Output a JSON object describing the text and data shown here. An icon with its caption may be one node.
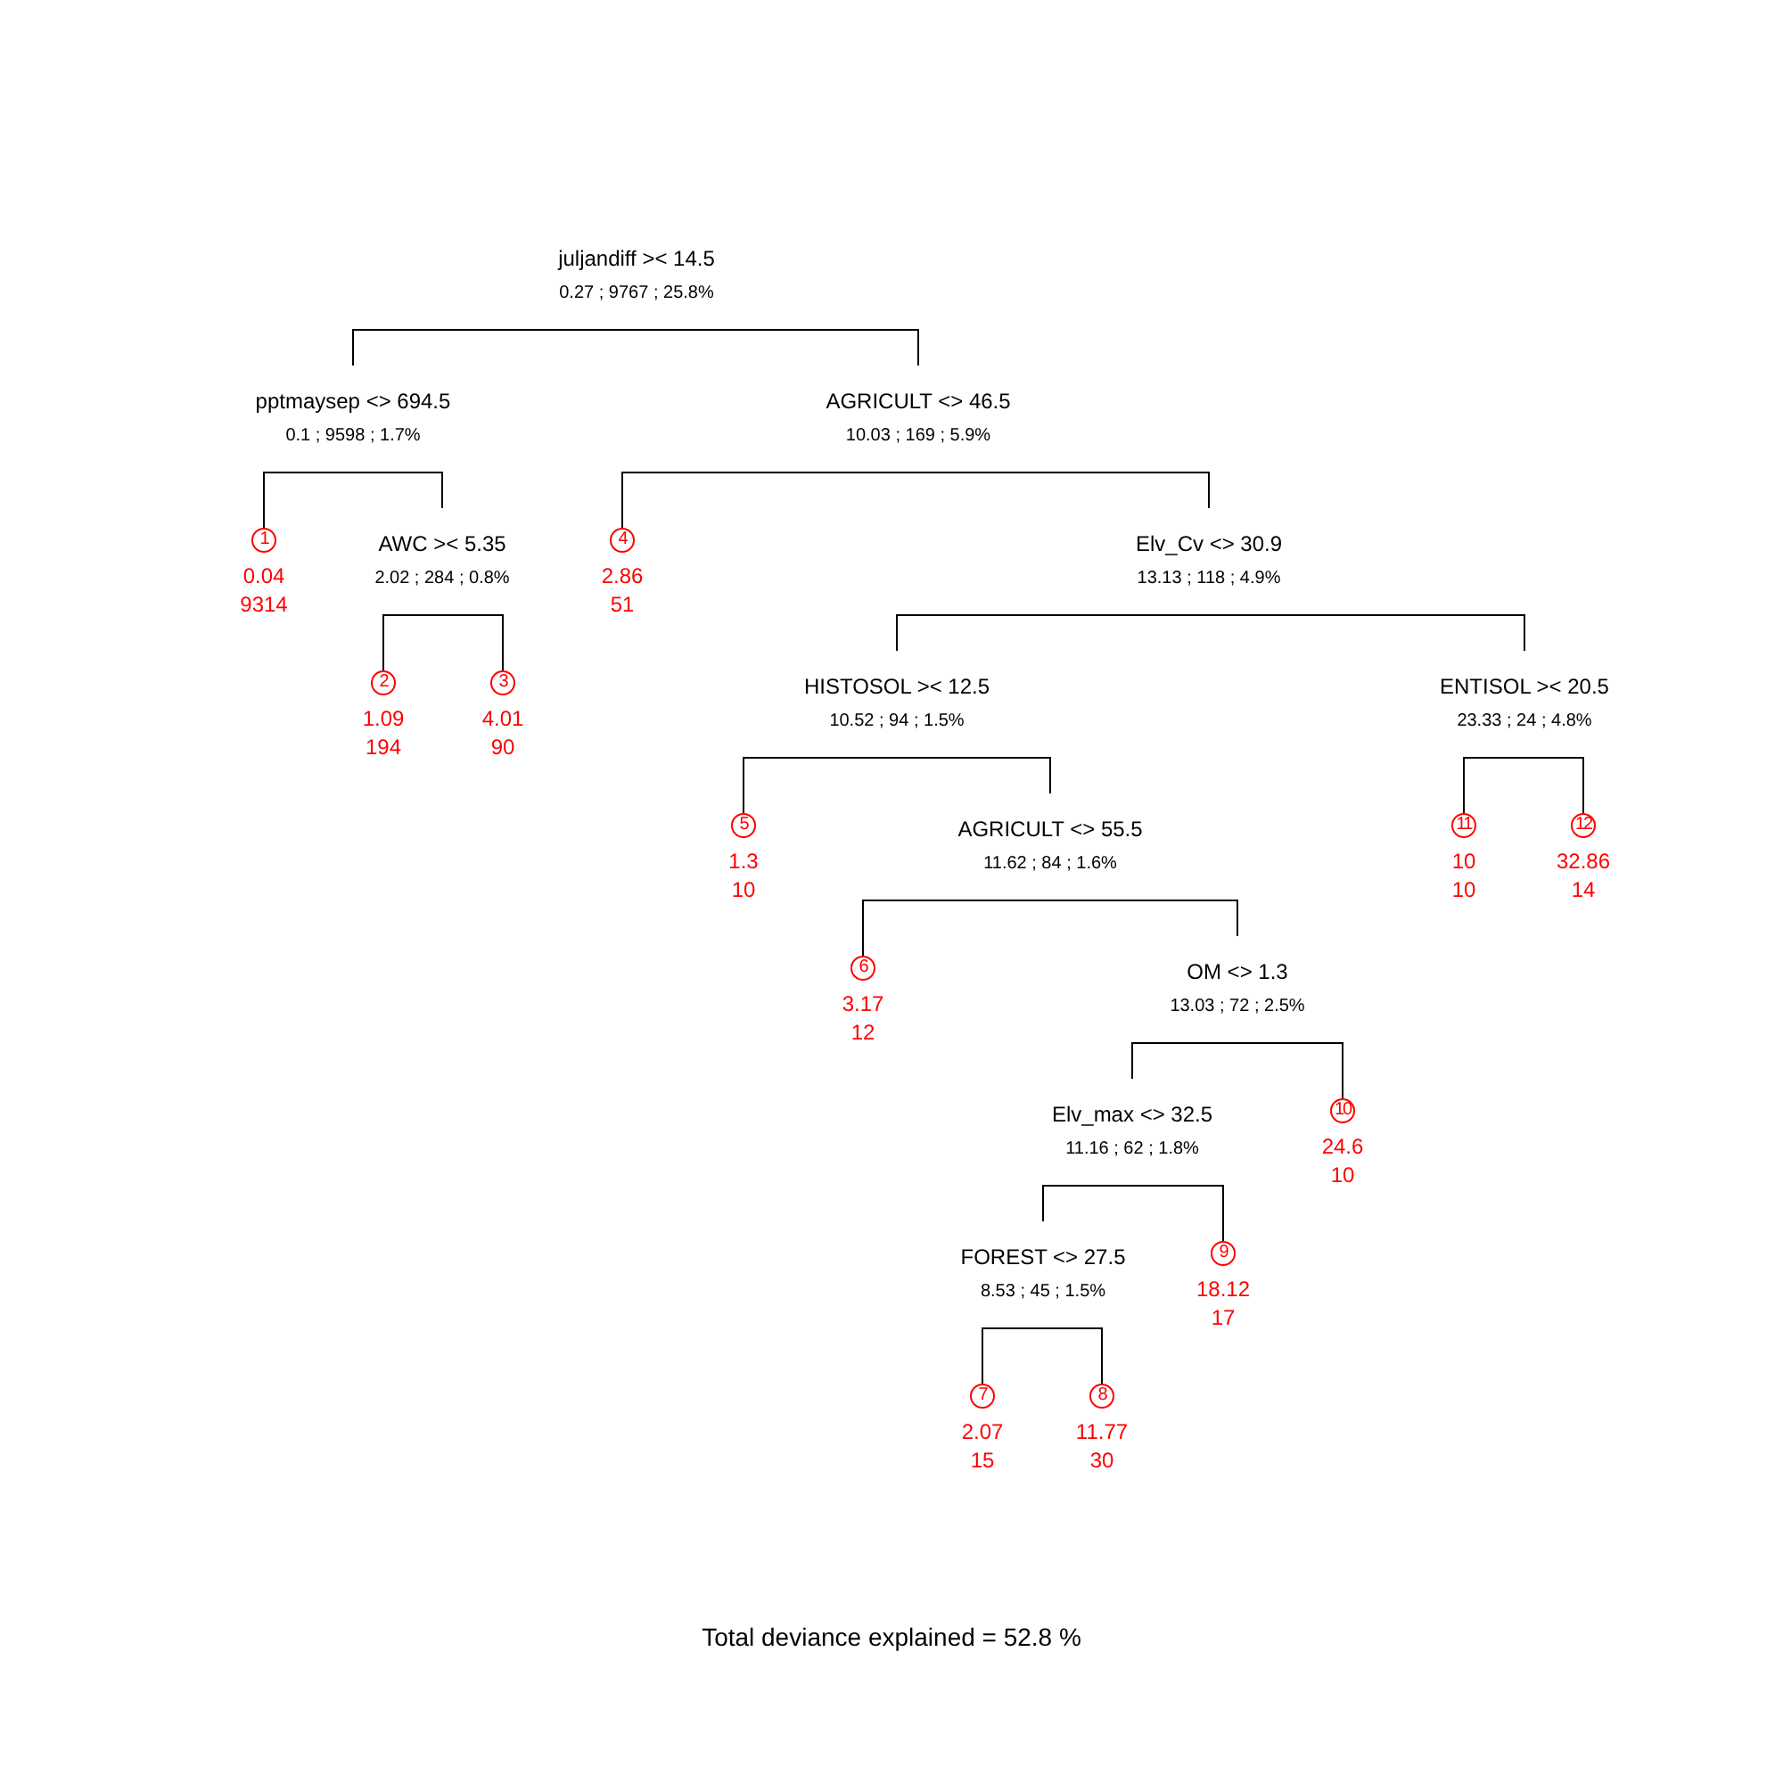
{
  "diagram": {
    "caption": "Total deviance explained = 52.8 %",
    "nodes": [
      {
        "text": [
          "juljandiff >< 14.5",
          "0.27 ; 9767 ; 25.8%"
        ]
      },
      {
        "text": [
          "pptmaysep <> 694.5",
          "0.1 ; 9598 ; 1.7%"
        ]
      },
      {
        "text": [
          "1"
        ],
        "beside": [
          "0.04",
          "9314"
        ]
      },
      {
        "text": [
          "AWC >< 5.35",
          "2.02 ; 284 ; 0.8%"
        ]
      },
      {
        "text": [
          "2"
        ],
        "beside": [
          "1.09",
          "194"
        ]
      },
      {
        "text": [
          "3"
        ],
        "beside": [
          "4.01",
          "90"
        ]
      },
      {
        "text": [
          "AGRICULT <> 46.5",
          "10.03 ; 169 ; 5.9%"
        ]
      },
      {
        "text": [
          "4"
        ],
        "beside": [
          "2.86",
          "51"
        ]
      },
      {
        "text": [
          "Elv_Cv <> 30.9",
          "13.13 ; 118 ; 4.9%"
        ]
      },
      {
        "text": [
          "HISTOSOL >< 12.5",
          "10.52 ; 94 ; 1.5%"
        ]
      },
      {
        "text": [
          "5"
        ],
        "beside": [
          "1.3",
          "10"
        ]
      },
      {
        "text": [
          "AGRICULT <> 55.5",
          "11.62 ; 84 ; 1.6%"
        ]
      },
      {
        "text": [
          "6"
        ],
        "beside": [
          "3.17",
          "12"
        ]
      },
      {
        "text": [
          "OM <> 1.3",
          "13.03 ; 72 ; 2.5%"
        ]
      },
      {
        "text": [
          "Elv_max <> 32.5",
          "11.16 ; 62 ; 1.8%"
        ]
      },
      {
        "text": [
          "FOREST <> 27.5",
          "8.53 ; 45 ; 1.5%"
        ]
      },
      {
        "text": [
          "7"
        ],
        "beside": [
          "2.07",
          "15"
        ]
      },
      {
        "text": [
          "8"
        ],
        "beside": [
          "11.77",
          "30"
        ]
      },
      {
        "text": [
          "9"
        ],
        "beside": [
          "18.12",
          "17"
        ]
      },
      {
        "text": [
          "10"
        ],
        "beside": [
          "24.6",
          "10"
        ]
      },
      {
        "text": [
          "ENTISOL >< 20.5",
          "23.33 ; 24 ; 4.8%"
        ]
      },
      {
        "text": [
          "11"
        ],
        "beside": [
          "10",
          "10"
        ]
      },
      {
        "text": [
          "12"
        ],
        "beside": [
          "32.86",
          "14"
        ]
      }
    ],
    "edges": [
      {
        "from": 0,
        "to": 1,
        "arrow": "none"
      },
      {
        "from": 0,
        "to": 6,
        "arrow": "none"
      },
      {
        "from": 1,
        "to": 2,
        "arrow": "none"
      },
      {
        "from": 1,
        "to": 3,
        "arrow": "none"
      },
      {
        "from": 3,
        "to": 4,
        "arrow": "none"
      },
      {
        "from": 3,
        "to": 5,
        "arrow": "none"
      },
      {
        "from": 6,
        "to": 7,
        "arrow": "none"
      },
      {
        "from": 6,
        "to": 8,
        "arrow": "none"
      },
      {
        "from": 8,
        "to": 9,
        "arrow": "none"
      },
      {
        "from": 8,
        "to": 20,
        "arrow": "none"
      },
      {
        "from": 9,
        "to": 10,
        "arrow": "none"
      },
      {
        "from": 9,
        "to": 11,
        "arrow": "none"
      },
      {
        "from": 11,
        "to": 12,
        "arrow": "none"
      },
      {
        "from": 11,
        "to": 13,
        "arrow": "none"
      },
      {
        "from": 13,
        "to": 14,
        "arrow": "none"
      },
      {
        "from": 13,
        "to": 19,
        "arrow": "none"
      },
      {
        "from": 14,
        "to": 15,
        "arrow": "none"
      },
      {
        "from": 14,
        "to": 18,
        "arrow": "none"
      },
      {
        "from": 15,
        "to": 16,
        "arrow": "none"
      },
      {
        "from": 15,
        "to": 17,
        "arrow": "none"
      },
      {
        "from": 20,
        "to": 21,
        "arrow": "none"
      },
      {
        "from": 20,
        "to": 22,
        "arrow": "none"
      }
    ]
  }
}
